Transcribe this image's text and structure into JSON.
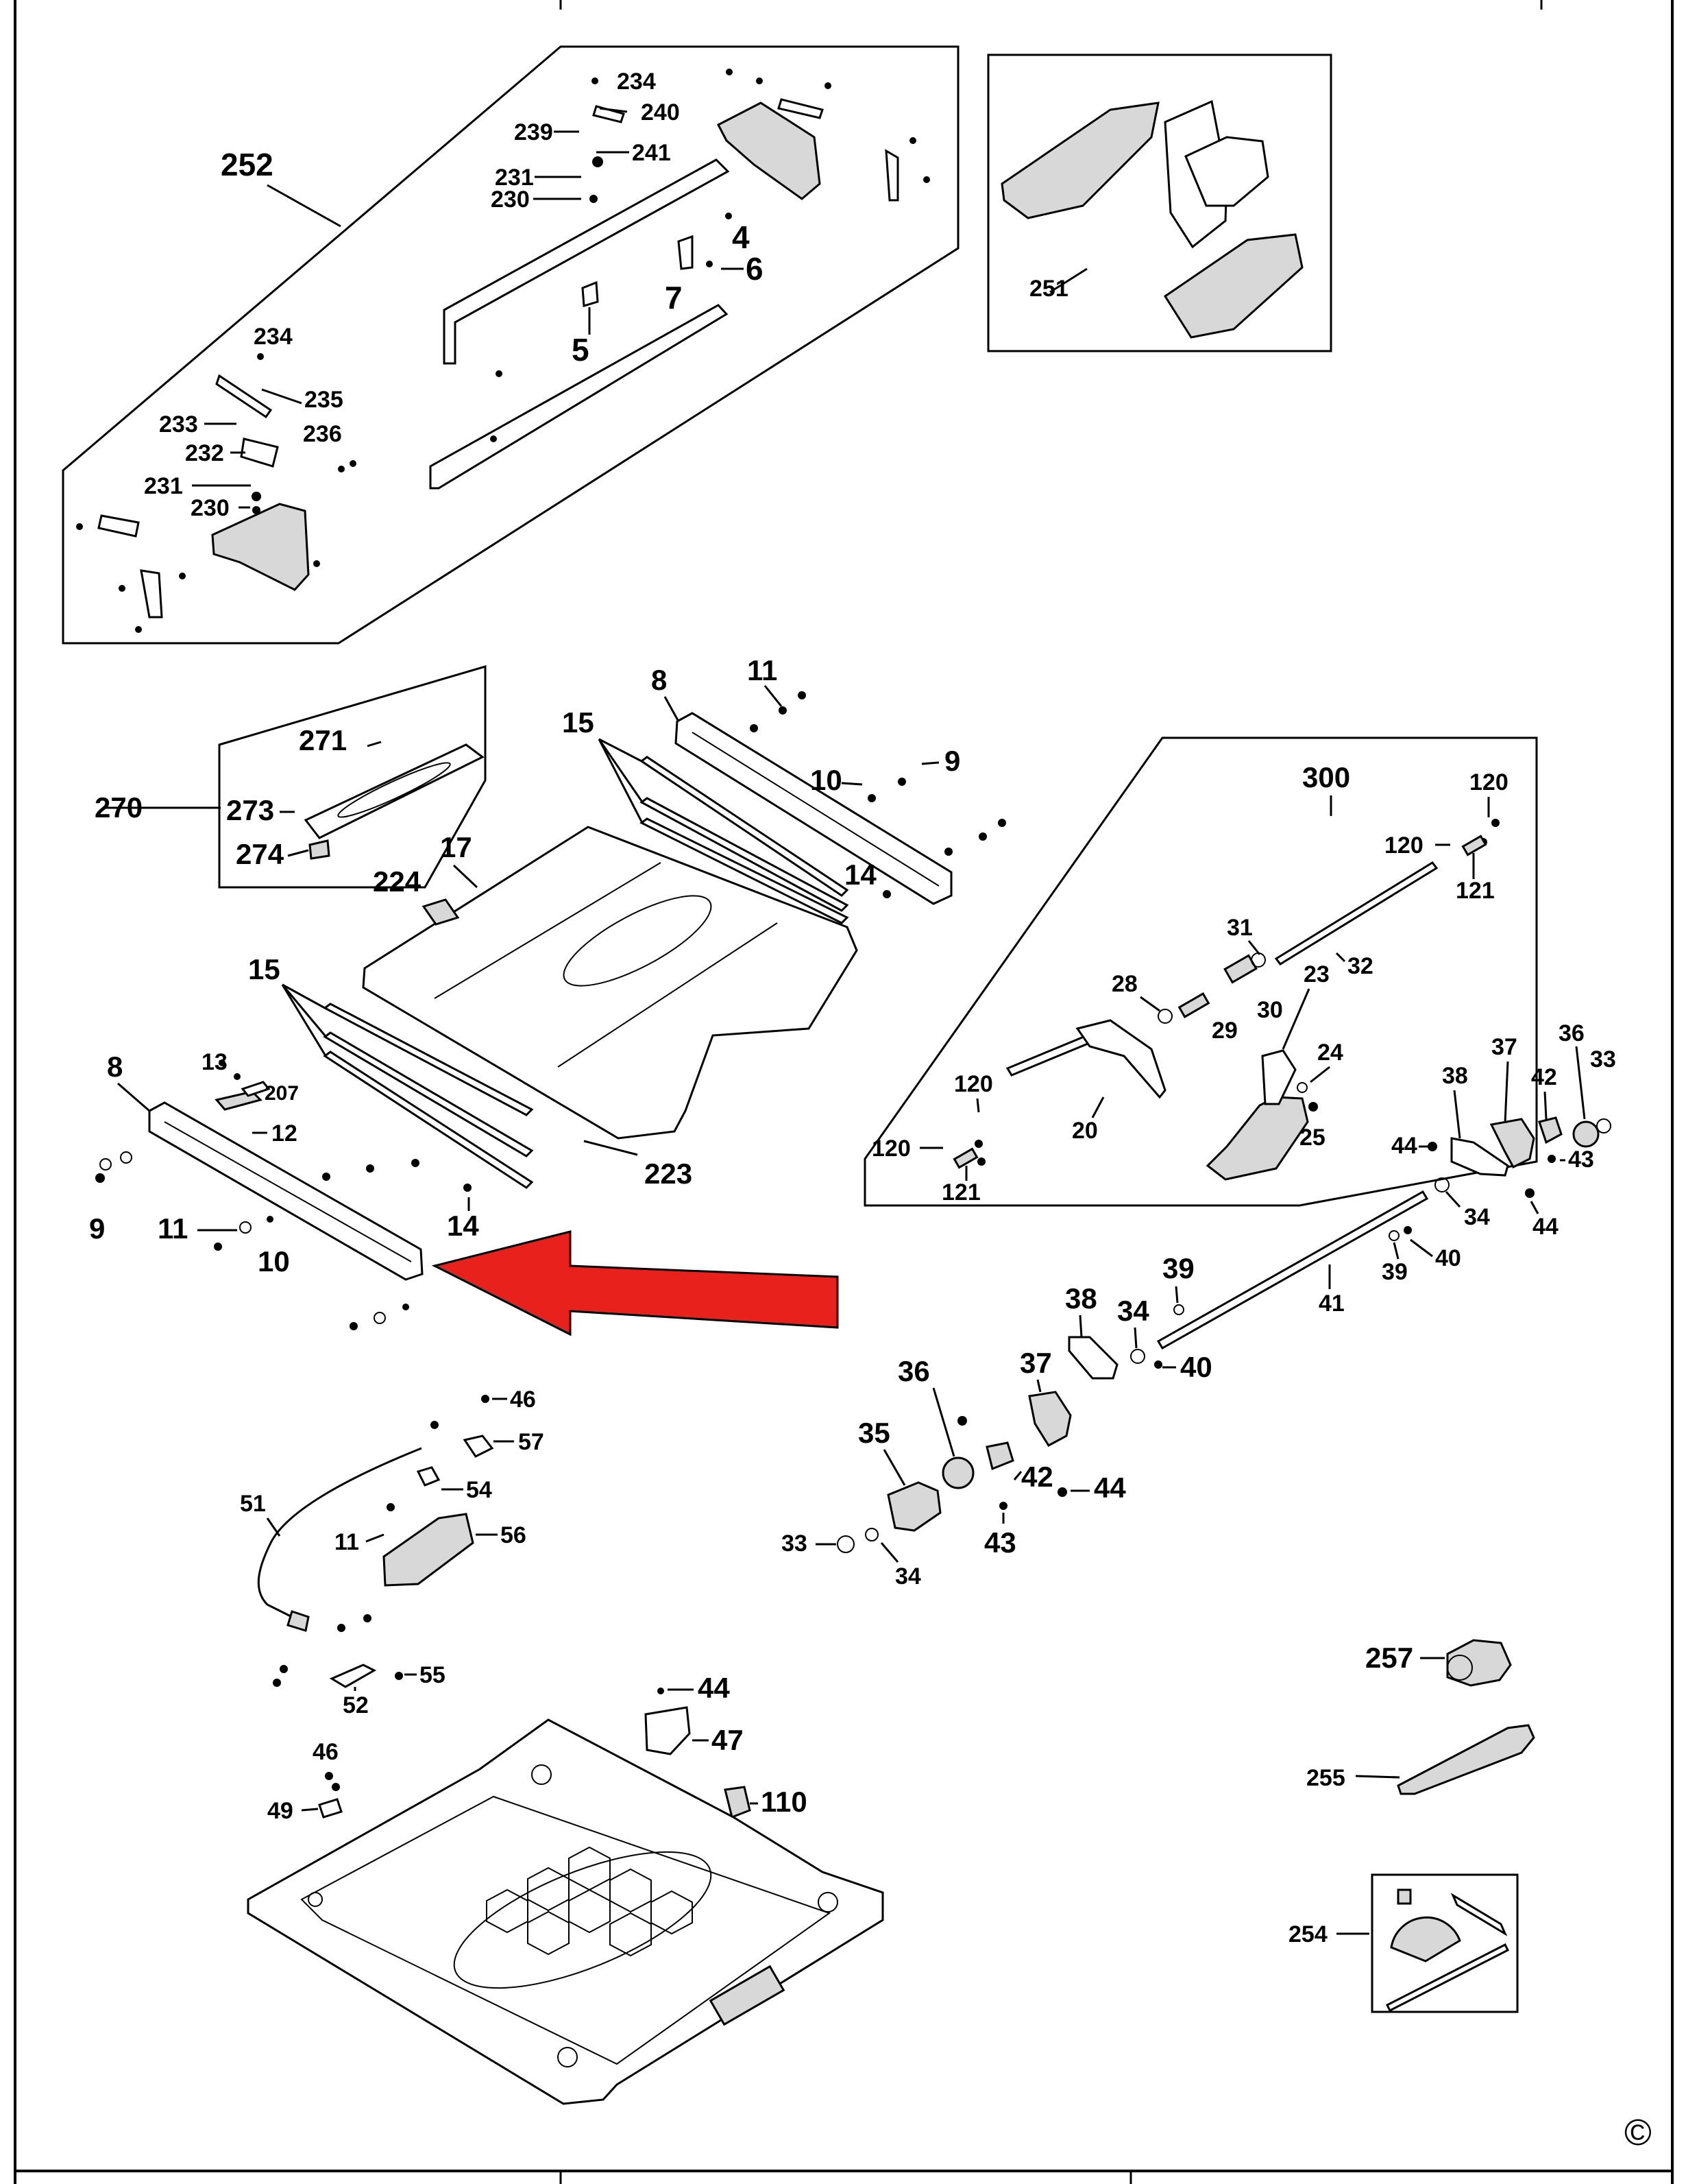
{
  "callouts": {
    "g252": [
      "234",
      "240",
      "239",
      "241",
      "231",
      "230",
      "4",
      "6",
      "7",
      "5",
      "234",
      "235",
      "233",
      "232",
      "236",
      "231",
      "230"
    ],
    "top_right": [
      "251"
    ],
    "n252": "252",
    "insert": [
      "271",
      "270",
      "273",
      "274"
    ],
    "table": [
      "8",
      "11",
      "15",
      "10",
      "9",
      "17",
      "224",
      "14",
      "15",
      "13",
      "207",
      "12",
      "8",
      "9",
      "11",
      "10",
      "14",
      "223"
    ],
    "g300": [
      "300",
      "120",
      "120",
      "121",
      "31",
      "32",
      "28",
      "29",
      "30",
      "23",
      "24",
      "25",
      "120",
      "120",
      "121",
      "20"
    ],
    "right": [
      "36",
      "37",
      "33",
      "38",
      "42",
      "44",
      "43",
      "34",
      "44",
      "39",
      "40",
      "41",
      "39",
      "38",
      "34",
      "40",
      "36",
      "37",
      "35",
      "42",
      "44",
      "33",
      "34",
      "43"
    ],
    "lower_left": [
      "46",
      "57",
      "51",
      "54",
      "11",
      "56",
      "55",
      "52",
      "44",
      "47",
      "46",
      "49",
      "110"
    ],
    "accessories": [
      "257",
      "255",
      "254"
    ]
  },
  "copyright_symbol": "©",
  "arrow_color": "#e8211c"
}
